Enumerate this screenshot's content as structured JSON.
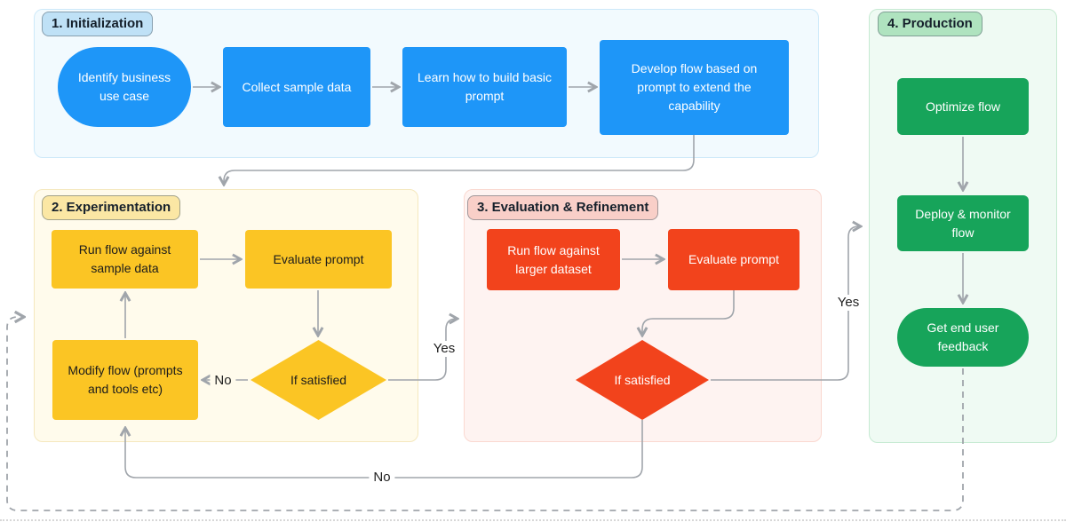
{
  "colors": {
    "edge": "#a0a5ab",
    "blue_node": "#1e96f8",
    "yellow_node": "#fbc524",
    "red_node": "#f2431c",
    "green_node": "#17a45a",
    "s1_bg": "#f2fafe",
    "s1_border": "#cde9f9",
    "pill1_bg": "#bfe1f6",
    "s2_bg": "#fffbec",
    "s2_border": "#f5e8be",
    "pill2_bg": "#fbe7a4",
    "s3_bg": "#fef3f1",
    "s3_border": "#fad8d0",
    "pill3_bg": "#f9cfc8",
    "s4_bg": "#effaf3",
    "s4_border": "#c6ead2",
    "pill4_bg": "#afe3bf"
  },
  "sections": [
    {
      "title": "1. Initialization",
      "nodes": [
        {
          "label": "Identify business use case"
        },
        {
          "label": "Collect sample data"
        },
        {
          "label": "Learn how to build basic prompt"
        },
        {
          "label": "Develop flow based on prompt to extend the capability"
        }
      ]
    },
    {
      "title": "2. Experimentation",
      "nodes": [
        {
          "label": "Run flow against sample data"
        },
        {
          "label": "Evaluate prompt"
        },
        {
          "label": "Modify flow (prompts and tools etc)"
        },
        {
          "label": "If satisfied"
        }
      ]
    },
    {
      "title": "3. Evaluation & Refinement",
      "nodes": [
        {
          "label": "Run flow against larger dataset"
        },
        {
          "label": "Evaluate prompt"
        },
        {
          "label": "If satisfied"
        }
      ]
    },
    {
      "title": "4. Production",
      "nodes": [
        {
          "label": "Optimize flow"
        },
        {
          "label": "Deploy & monitor flow"
        },
        {
          "label": "Get end user feedback"
        }
      ]
    }
  ],
  "edge_labels": [
    {
      "text": "No"
    },
    {
      "text": "Yes"
    },
    {
      "text": "Yes"
    },
    {
      "text": "No"
    }
  ]
}
